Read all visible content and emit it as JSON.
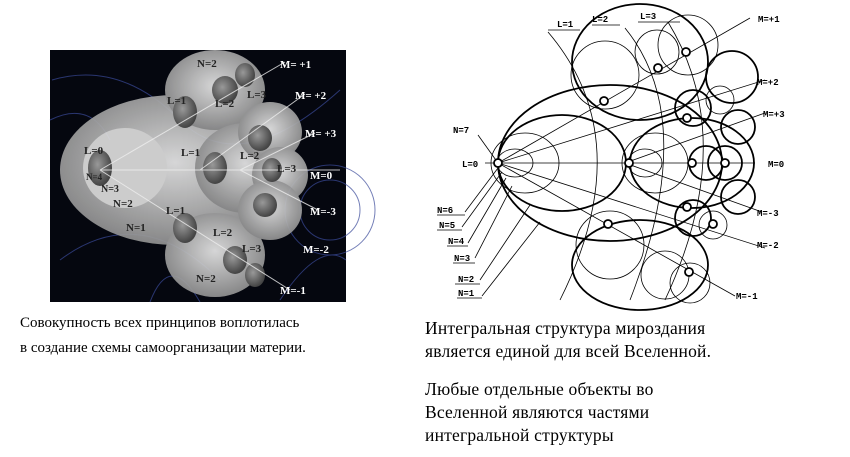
{
  "left_figure": {
    "labels": [
      "N=2",
      "L=1",
      "L=2",
      "L=3",
      "M= +1",
      "M= +2",
      "M= +3",
      "L=0",
      "L=1",
      "L=2",
      "L=3",
      "M=0",
      "N=4",
      "N=3",
      "N=2",
      "N=1",
      "L=1",
      "L=2",
      "L=3",
      "M=-3",
      "M=-2",
      "N=2",
      "M=-1"
    ]
  },
  "right_figure": {
    "labels": [
      "L=1",
      "L=2",
      "L=3",
      "M=+1",
      "M=+2",
      "M=+3",
      "N=7",
      "L=0",
      "M=0",
      "M=-3",
      "M=-2",
      "M=-1",
      "N=6",
      "N=5",
      "N=4",
      "N=3",
      "N=2",
      "N=1"
    ]
  },
  "captions": {
    "left": [
      "Совокупность всех принципов воплотилась",
      "в создание схемы самоорганизации материи."
    ],
    "right": [
      "Интегральная структура мироздания",
      "является единой для всей Вселенной.",
      "Любые отдельные объекты во",
      "Вселенной являются частями",
      "интегральной структуры"
    ]
  }
}
